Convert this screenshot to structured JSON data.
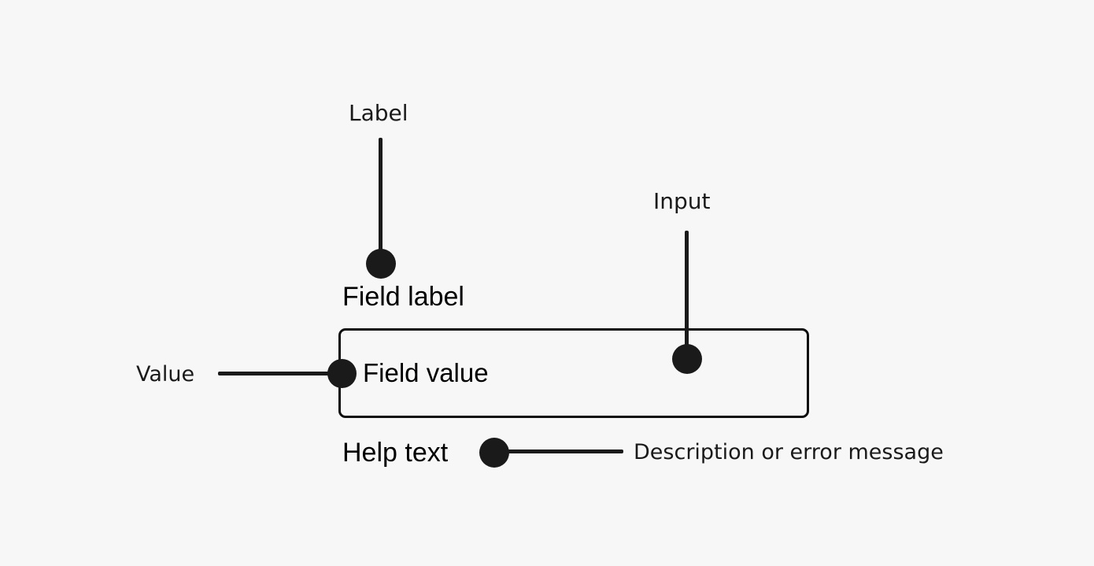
{
  "canvas": {
    "background_color": "#f7f7f8",
    "ink_color": "#1a1a1a"
  },
  "field": {
    "label": "Field label",
    "value": "Field value",
    "help_text": "Help text"
  },
  "callouts": {
    "label": "Label",
    "input": "Input",
    "value": "Value",
    "description": "Description or error message"
  }
}
